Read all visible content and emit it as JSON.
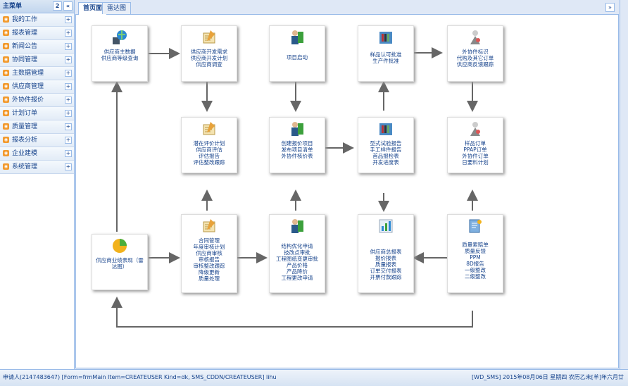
{
  "sidebar": {
    "title": "主菜单",
    "items": [
      "我的工作",
      "报表管理",
      "新闻公告",
      "协同管理",
      "主数据管理",
      "供应商管理",
      "外协件报价",
      "计划订单",
      "质量管理",
      "报表分析",
      "企业建模",
      "系统管理"
    ]
  },
  "tabs": [
    "首页面",
    "雷达图"
  ],
  "nodes": {
    "n1": [
      "供应商主数据",
      "供应商等级查询"
    ],
    "n2": [
      "供应商开发需求",
      "供应商开发计划",
      "供应商调查"
    ],
    "n3": [
      "项目启动"
    ],
    "n4": [
      "样品认可批准",
      "生产件批准"
    ],
    "n5": [
      "外协件标识",
      "代购及其它订单",
      "供应商反馈跟踪"
    ],
    "n6": [
      "潜在评价计划",
      "供应商评估",
      "评估报告",
      "评估整改跟踪"
    ],
    "n7": [
      "创建报价项目",
      "发布项目清单",
      "外协件核价表"
    ],
    "n8": [
      "型式试验报告",
      "手工样件报告",
      "首品报检表",
      "开发进度表"
    ],
    "n9": [
      "样品订单",
      "PPAP订单",
      "外协件订单",
      "日要料计划"
    ],
    "n10": [
      "供应商业绩表现（雷达图）"
    ],
    "n11": [
      "合同管理",
      "年度审核计划",
      "供应商审核",
      "审核报告",
      "审核整改跟踪",
      "降级更新",
      "质量处理"
    ],
    "n12": [
      "结构优化申请",
      "技改点审批",
      "工程图纸变更审批",
      "产品价格",
      "产品降价",
      "工程更改申请"
    ],
    "n13": [
      "供应商总报表",
      "报价报表",
      "质量报表",
      "订单交付报表",
      "开票付款跟踪"
    ],
    "n14": [
      "质量索赔单",
      "质量反馈",
      "PPM",
      "8D报告",
      "一级整改",
      "二级整改"
    ]
  },
  "status": {
    "left": "申请人(2147483647) [Form=frmMain Item=CREATEUSER Kind=dk, SMS_CDDN/CREATEUSER] lihu",
    "right": "[WD_SMS]   2015年08月06日 星期四  农历乙未[羊]年六月廿"
  }
}
